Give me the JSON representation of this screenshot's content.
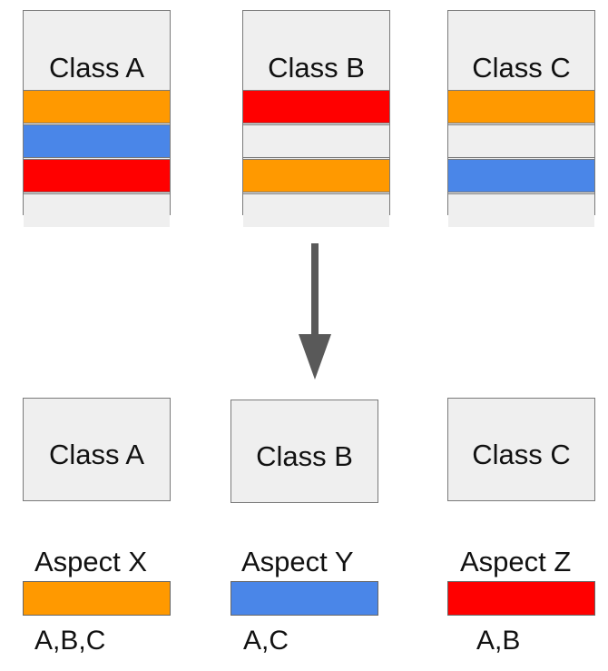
{
  "colors": {
    "orange": "#ff9900",
    "blue": "#4a86e8",
    "red": "#ff0000",
    "box_fill": "#efefef",
    "arrow": "#595959"
  },
  "before": [
    {
      "title": "Class A",
      "stripes": [
        "orange",
        "blue",
        "red",
        "empty"
      ]
    },
    {
      "title": "Class B",
      "stripes": [
        "red",
        "empty",
        "orange",
        "empty"
      ]
    },
    {
      "title": "Class C",
      "stripes": [
        "orange",
        "empty",
        "blue",
        "empty"
      ]
    }
  ],
  "arrow_icon": "down-arrow-icon",
  "after": [
    {
      "title": "Class A"
    },
    {
      "title": "Class B"
    },
    {
      "title": "Class C"
    }
  ],
  "aspects": [
    {
      "label": "Aspect X",
      "color": "orange",
      "members": "A,B,C"
    },
    {
      "label": "Aspect Y",
      "color": "blue",
      "members": "A,C"
    },
    {
      "label": "Aspect Z",
      "color": "red",
      "members": "A,B"
    }
  ]
}
